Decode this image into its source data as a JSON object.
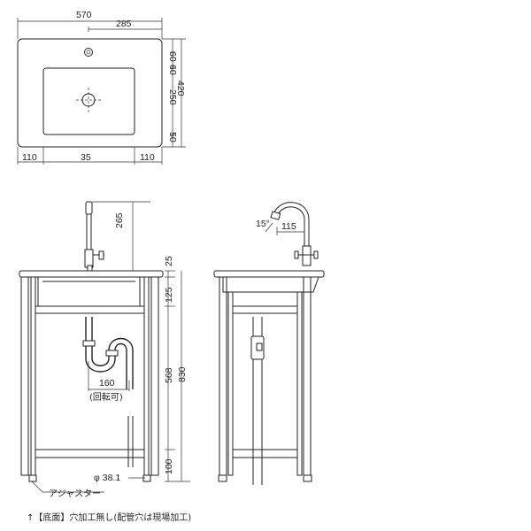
{
  "top_view": {
    "width_total": "570",
    "width_half": "285",
    "height_total": "420",
    "v_seg_1": "60",
    "v_seg_2": "60",
    "v_seg_3": "250",
    "v_seg_4": "50",
    "bottom_left": "110",
    "bottom_mid": "35",
    "bottom_right": "110"
  },
  "front_view": {
    "faucet_height": "265",
    "top_thickness": "25",
    "bowl_depth": "125",
    "drain_height": "568",
    "frame_height": "830",
    "shelf_height": "100",
    "trap_offset": "160",
    "trap_rotatable": "(回転可)",
    "leg_diameter": "φ 38.1",
    "adjuster_label": "アジャスター",
    "bottom_note": "↑【底面】穴加工無し(配管穴は現場加工)"
  },
  "side_view": {
    "spout_angle": "15°",
    "spout_reach": "115"
  }
}
